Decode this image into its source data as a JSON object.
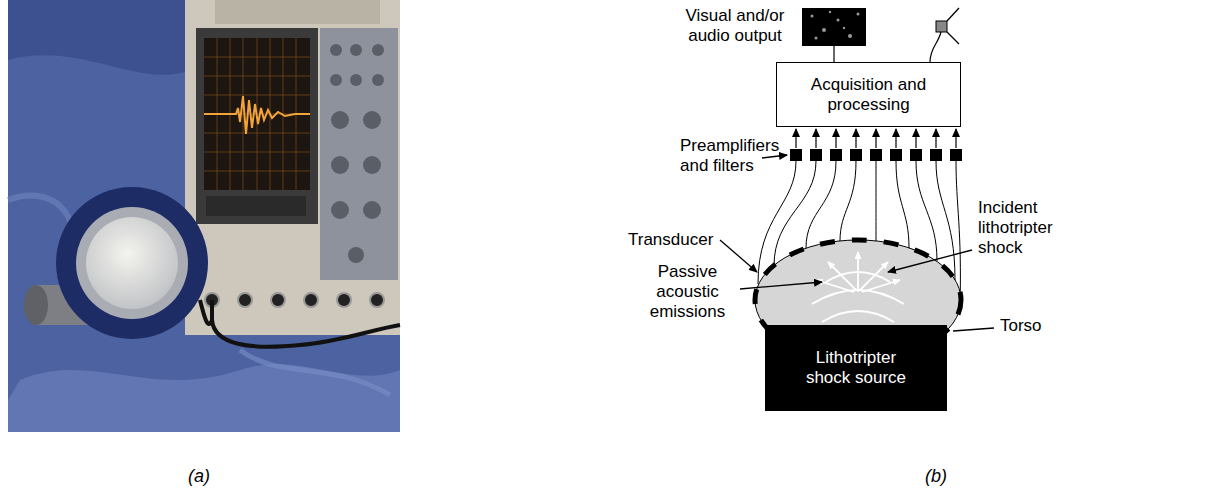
{
  "diagram": {
    "nodes": [
      {
        "text": [
          "Acquisition and processing"
        ]
      },
      {
        "text": [
          "Lithotripter shock source"
        ]
      }
    ],
    "labels": [
      "Visual and/or audio output",
      "Preamplifiers and filters",
      "Transducer",
      "Passive acoustic emissions",
      "Incident lithotripter shock",
      "Torso",
      "(a)",
      "(b)"
    ]
  }
}
